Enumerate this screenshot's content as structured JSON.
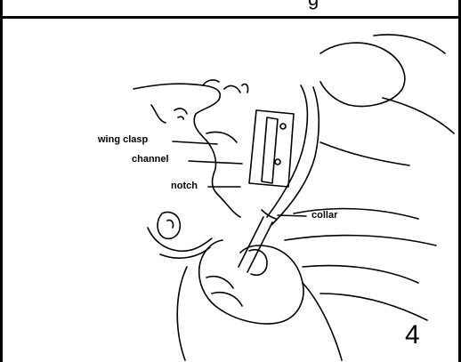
{
  "labels": {
    "wing_clasp": "wing clasp",
    "channel": "channel",
    "notch": "notch",
    "collar": "collar"
  },
  "step_number": "4"
}
